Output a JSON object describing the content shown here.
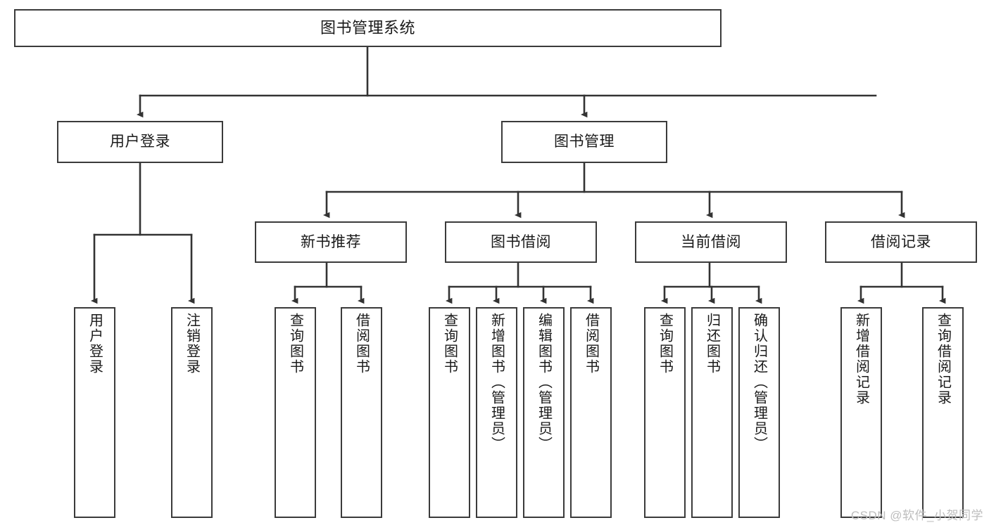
{
  "diagram": {
    "title": "图书管理系统",
    "type": "tree-hierarchy-chart",
    "colors": {
      "box_border": "#3b3b3b",
      "box_fill": "#ffffff",
      "connector": "#333333",
      "text": "#1a1a1a",
      "watermark": "#bdbdbd",
      "background": "#ffffff"
    },
    "nodes": {
      "root": {
        "label": "图书管理系统"
      },
      "level2": [
        {
          "label": "用户登录"
        },
        {
          "label": "图书管理"
        }
      ],
      "level3": [
        {
          "label": "新书推荐"
        },
        {
          "label": "图书借阅"
        },
        {
          "label": "当前借阅"
        },
        {
          "label": "借阅记录"
        }
      ],
      "leaves_user_login": [
        {
          "label": "用户登录"
        },
        {
          "label": "注销登录"
        }
      ],
      "leaves_new_book": [
        {
          "label": "查询图书"
        },
        {
          "label": "借阅图书"
        }
      ],
      "leaves_borrow": [
        {
          "label": "查询图书"
        },
        {
          "label": "新增图书（管理员）"
        },
        {
          "label": "编辑图书（管理员）"
        },
        {
          "label": "借阅图书"
        }
      ],
      "leaves_current": [
        {
          "label": "查询图书"
        },
        {
          "label": "归还图书"
        },
        {
          "label": "确认归还（管理员）"
        }
      ],
      "leaves_records": [
        {
          "label": "新增借阅记录"
        },
        {
          "label": "查询借阅记录"
        }
      ]
    },
    "watermark": "CSDN @软件_小贺同学"
  }
}
